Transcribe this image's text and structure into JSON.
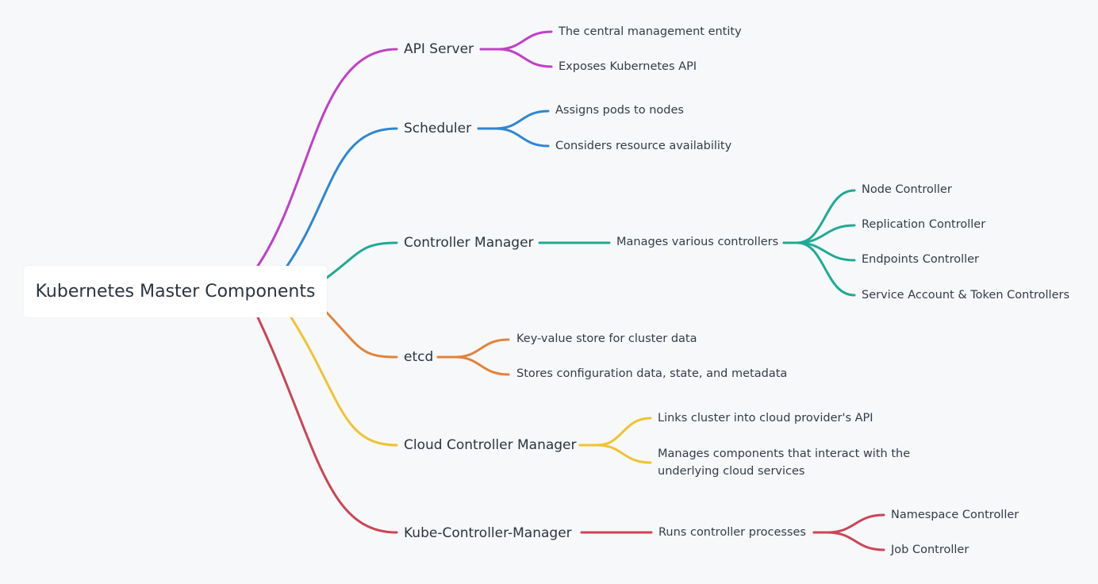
{
  "root": {
    "label": "Kubernetes Master Components"
  },
  "colors": {
    "api_server": "#c040c8",
    "scheduler": "#2f86d2",
    "controller_manager": "#1faa96",
    "etcd": "#e3843d",
    "cloud_controller_manager": "#f1c232",
    "kube_controller_manager": "#cc4455"
  },
  "branches": {
    "api_server": {
      "label": "API Server",
      "items": [
        "The central management entity",
        "Exposes Kubernetes API"
      ]
    },
    "scheduler": {
      "label": "Scheduler",
      "items": [
        "Assigns pods to nodes",
        "Considers resource availability"
      ]
    },
    "controller_manager": {
      "label": "Controller Manager",
      "sub": "Manages various controllers",
      "items": [
        "Node Controller",
        "Replication Controller",
        "Endpoints Controller",
        "Service Account & Token Controllers"
      ]
    },
    "etcd": {
      "label": "etcd",
      "items": [
        "Key-value store for cluster data",
        "Stores configuration data, state, and metadata"
      ]
    },
    "cloud_controller_manager": {
      "label": "Cloud Controller Manager",
      "items": [
        "Links cluster into cloud provider's API",
        "Manages components that interact with the underlying cloud services"
      ]
    },
    "kube_controller_manager": {
      "label": "Kube-Controller-Manager",
      "sub": "Runs controller processes",
      "items": [
        "Namespace Controller",
        "Job Controller"
      ]
    }
  }
}
